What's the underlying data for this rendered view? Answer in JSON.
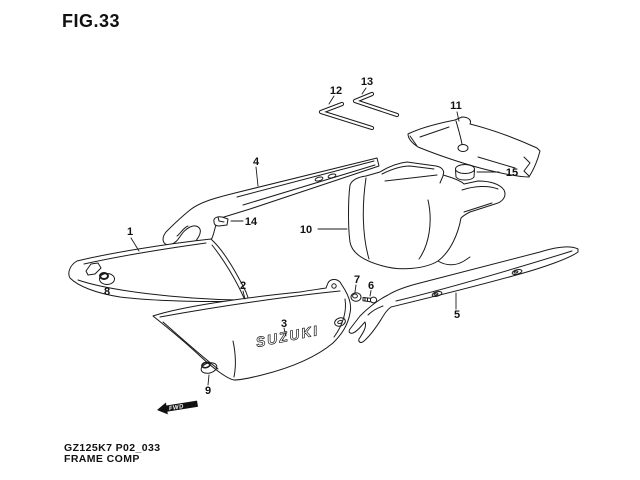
{
  "figure": {
    "title": "FIG.33",
    "code": "GZ125K7 P02_033",
    "caption": "FRAME COMP"
  },
  "diagram": {
    "emblem": "SUZUKI",
    "fwd_label": "FWD",
    "callouts": {
      "c1": "1",
      "c2": "2",
      "c3": "3",
      "c4": "4",
      "c5": "5",
      "c6": "6",
      "c7": "7",
      "c8": "8",
      "c9": "9",
      "c10": "10",
      "c11": "11",
      "c12": "12",
      "c13": "13",
      "c14": "14",
      "c15": "15"
    }
  },
  "colors": {
    "line": "#1a1a1a",
    "background": "#ffffff",
    "arrow_fill": "#111111"
  }
}
